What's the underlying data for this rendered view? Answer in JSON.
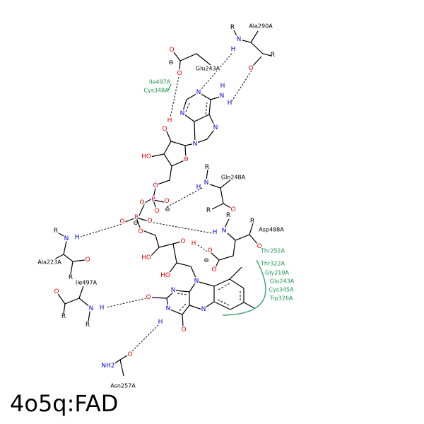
{
  "title": "4o5q:FAD",
  "atoms": {
    "N": "N",
    "O": "O",
    "H": "H",
    "P": "P",
    "R": "R",
    "HO": "HO",
    "NH2": "NH2",
    "minus": "⊖"
  },
  "residues": {
    "ala290": "Ala290A",
    "glu243": "Glu243A",
    "gln248": "Gln248A",
    "asp488": "Asp488A",
    "ala223": "Ala223A",
    "ile497": "Ile497A",
    "asn257": "Asn257A"
  },
  "hydrophobic": {
    "top": [
      "Ile497A",
      "Cys348A"
    ],
    "right": [
      "Thr252A",
      "Thr322A",
      "Gly219A",
      "Glu243A",
      "Cys345A",
      "Trp326A"
    ]
  },
  "colors": {
    "nitrogen": "#0000ee",
    "oxygen": "#ee0000",
    "phosphorus": "#cc0088",
    "hydrophobic": "#1a9850"
  }
}
